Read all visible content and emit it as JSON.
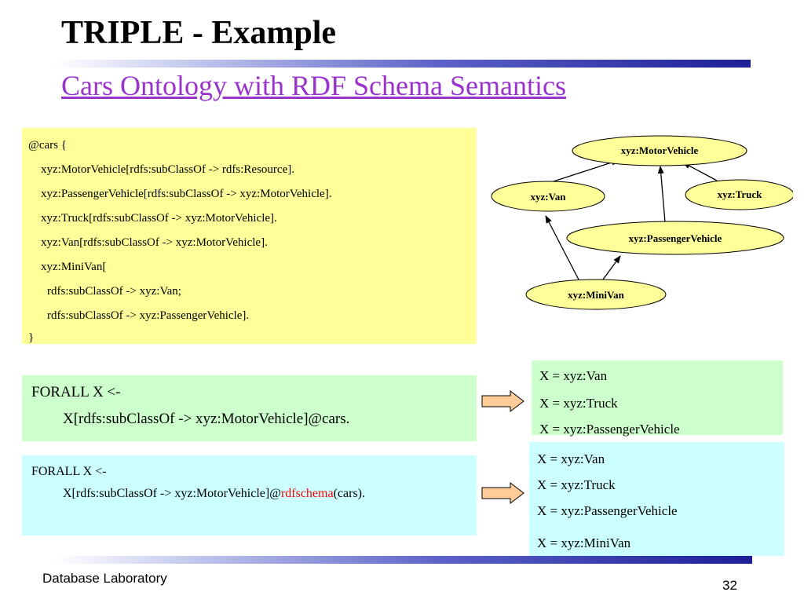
{
  "slide": {
    "title": "TRIPLE - Example",
    "subtitle": "Cars Ontology with RDF Schema Semantics",
    "footer_left": "Database Laboratory",
    "page_number": "32"
  },
  "code": {
    "lines": [
      "@cars {",
      "xyz:MotorVehicle[rdfs:subClassOf -> rdfs:Resource].",
      "xyz:PassengerVehicle[rdfs:subClassOf -> xyz:MotorVehicle].",
      "xyz:Truck[rdfs:subClassOf -> xyz:MotorVehicle].",
      "xyz:Van[rdfs:subClassOf -> xyz:MotorVehicle].",
      "xyz:MiniVan[",
      "rdfs:subClassOf -> xyz:Van;",
      "rdfs:subClassOf -> xyz:PassengerVehicle].",
      "}"
    ]
  },
  "graph": {
    "nodes": {
      "motor": "xyz:MotorVehicle",
      "van": "xyz:Van",
      "truck": "xyz:Truck",
      "passenger": "xyz:PassengerVehicle",
      "minivan": "xyz:MiniVan"
    }
  },
  "query1": {
    "line1": "FORALL X <-",
    "line2": "X[rdfs:subClassOf -> xyz:MotorVehicle]@cars."
  },
  "query2": {
    "line1": "FORALL X <-",
    "line2_prefix": "X[rdfs:subClassOf -> xyz:MotorVehicle]@",
    "line2_highlight": "rdfschema",
    "line2_suffix": "(cars)."
  },
  "result1": [
    "X = xyz:Van",
    "X = xyz:Truck",
    "X = xyz:PassengerVehicle"
  ],
  "result2": [
    "X = xyz:Van",
    "X = xyz:Truck",
    "X = xyz:PassengerVehicle",
    "X = xyz:MiniVan"
  ],
  "colors": {
    "code_bg": "#ffff99",
    "query1_bg": "#ccffcc",
    "query2_bg": "#ccffff",
    "node_fill": "#ffff99",
    "arrow_fill": "#ffcc99",
    "subtitle": "#9933cc",
    "highlight": "#ff0000"
  }
}
